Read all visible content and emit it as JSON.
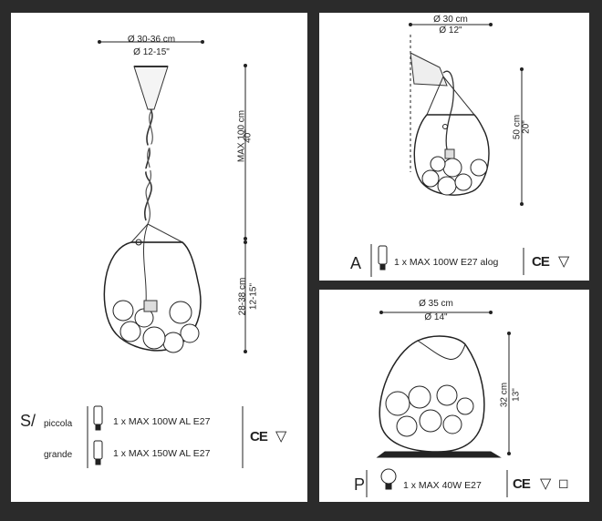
{
  "panel_s": {
    "width_cm": "Ø 30-36 cm",
    "width_in": "Ø 12-15\"",
    "height_cm": "MAX 100 cm",
    "height_in": "40\"",
    "glass_cm": "28-38 cm",
    "glass_in": "12-15\"",
    "code": "S/",
    "variant_small": "piccola",
    "variant_large": "grande",
    "spec_small": "1 x MAX 100W AL E27",
    "spec_large": "1 x MAX 150W AL E27",
    "ce_mark": "CE",
    "triangle_mark": "▽"
  },
  "panel_a": {
    "width_cm": "Ø 30 cm",
    "width_in": "Ø 12\"",
    "height_cm": "50 cm",
    "height_in": "20\"",
    "code": "A",
    "spec": "1 x MAX 100W E27 alog",
    "ce_mark": "CE",
    "triangle_mark": "▽"
  },
  "panel_p": {
    "width_cm": "Ø 35 cm",
    "width_in": "Ø 14\"",
    "height_cm": "32 cm",
    "height_in": "13\"",
    "code": "P",
    "spec": "1 x MAX 40W E27",
    "ce_mark": "CE",
    "triangle_mark": "▽",
    "square_mark": "◻"
  }
}
